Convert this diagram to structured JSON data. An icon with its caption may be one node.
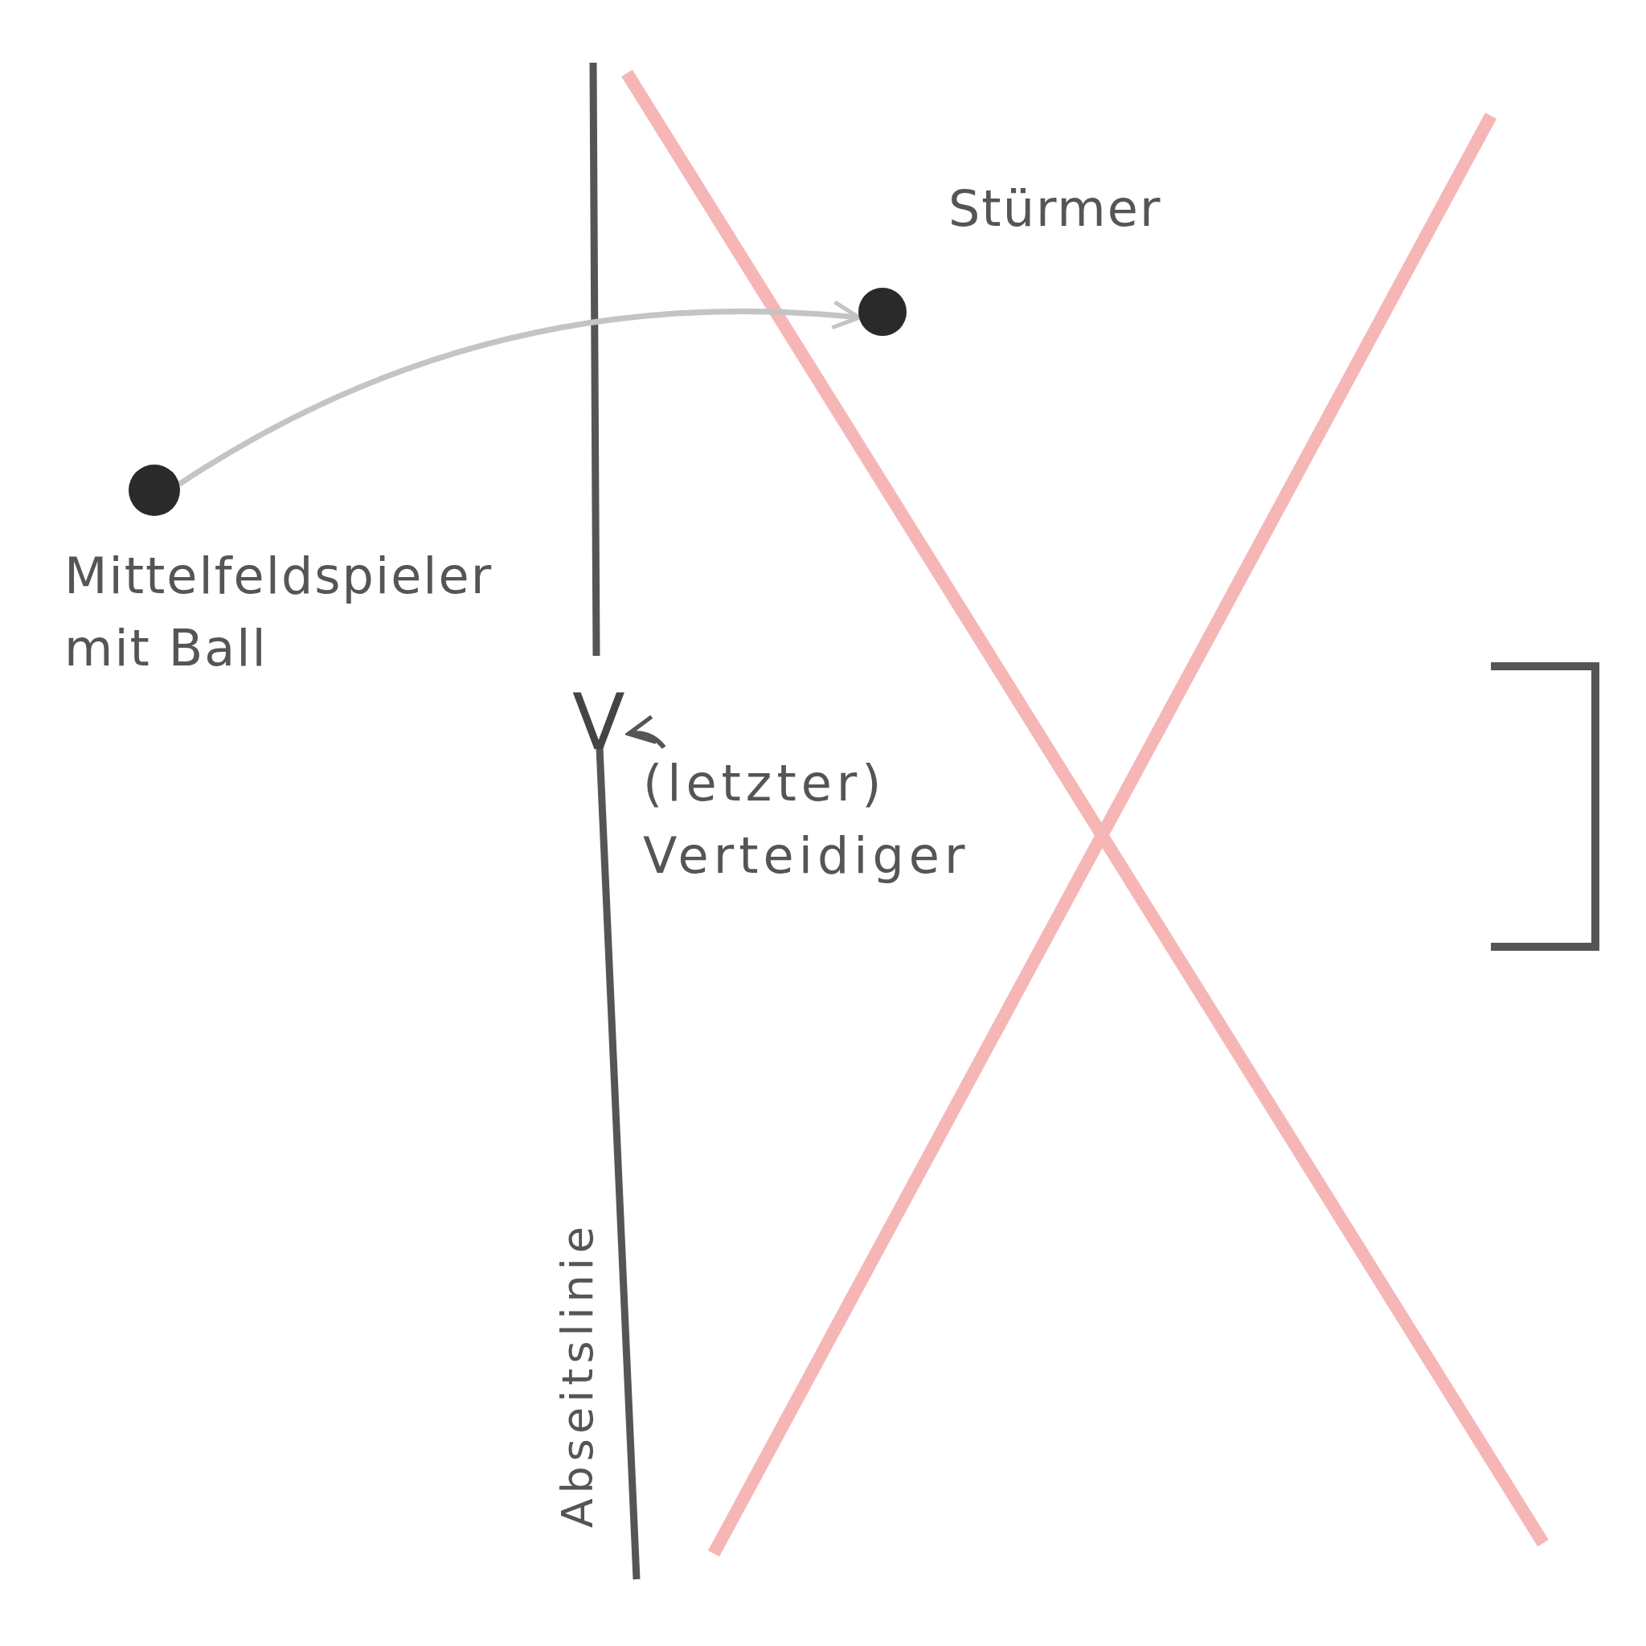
{
  "diagram": {
    "nodes": [
      {
        "text": [],
        "shape": "circle",
        "beside": [
          "Mittelfeldspieler mit Ball"
        ]
      },
      {
        "text": [],
        "shape": "circle",
        "beside": [
          "Stürmer"
        ]
      },
      {
        "text": [
          "V"
        ]
      },
      {
        "text": [
          "(letzter) Verteidiger"
        ]
      }
    ],
    "edges": [
      {
        "from": 0,
        "to": 1,
        "arrow": "to",
        "color": "#c4c4c4"
      },
      {
        "from": 3,
        "to": 2,
        "arrow": "to",
        "color": "#555555"
      }
    ],
    "labels": [
      "Abseitslinie"
    ]
  }
}
